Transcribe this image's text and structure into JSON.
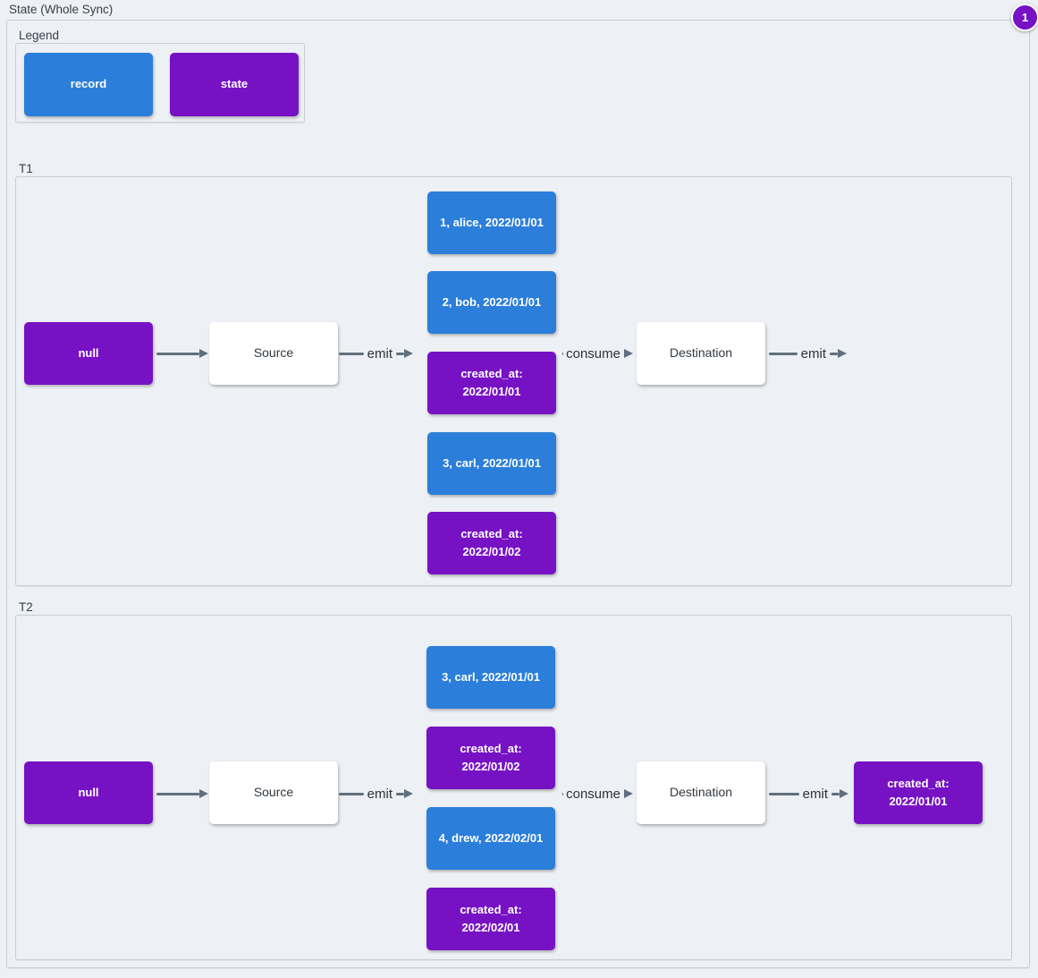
{
  "page": {
    "title": "State (Whole Sync)",
    "badge": "1",
    "colors": {
      "background": "#edf0f4",
      "record_blue": "#2b7ed9",
      "state_purple": "#7612c4",
      "arrow": "#5f6f7e",
      "container_border": "#c7cfda"
    }
  },
  "legend": {
    "label": "Legend",
    "items": [
      {
        "label": "record",
        "type": "record"
      },
      {
        "label": "state",
        "type": "state"
      }
    ]
  },
  "t1": {
    "label": "T1",
    "null_node": "null",
    "source": "Source",
    "destination": "Destination",
    "edges": {
      "emit_in": "emit",
      "consume": "consume",
      "emit_out": "emit"
    },
    "stack": [
      {
        "label": "1, alice, 2022/01/01",
        "type": "record"
      },
      {
        "label": "2, bob, 2022/01/01",
        "type": "record"
      },
      {
        "label": "created_at:\n2022/01/01",
        "type": "state"
      },
      {
        "label": "3, carl, 2022/01/01",
        "type": "record"
      },
      {
        "label": "created_at:\n2022/01/02",
        "type": "state"
      }
    ]
  },
  "t2": {
    "label": "T2",
    "null_node": "null",
    "source": "Source",
    "destination": "Destination",
    "edges": {
      "emit_in": "emit",
      "consume": "consume",
      "emit_out": "emit"
    },
    "stack": [
      {
        "label": "3, carl, 2022/01/01",
        "type": "record"
      },
      {
        "label": "created_at:\n2022/01/02",
        "type": "state"
      },
      {
        "label": "4, drew, 2022/02/01",
        "type": "record"
      },
      {
        "label": "created_at:\n2022/02/01",
        "type": "state"
      }
    ],
    "result_state": "created_at:\n2022/01/01"
  }
}
